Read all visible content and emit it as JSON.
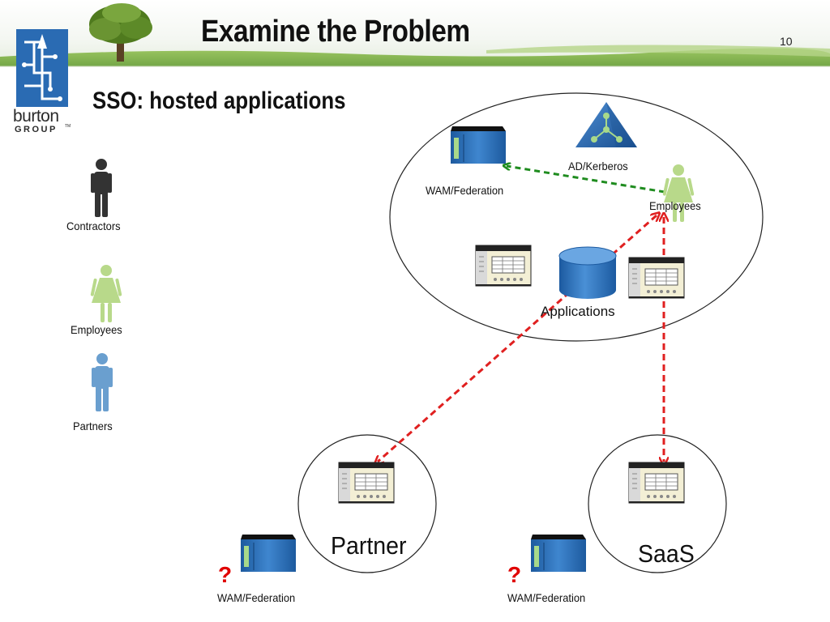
{
  "slide": {
    "title": "Examine the Problem",
    "page_number": "10",
    "subtitle": "SSO: hosted applications"
  },
  "logo": {
    "line1": "burton",
    "line2": "GROUP",
    "tm": "TM"
  },
  "legend": {
    "contractors": "Contractors",
    "employees": "Employees",
    "partners": "Partners"
  },
  "enterprise": {
    "wam_label": "WAM/Federation",
    "ad_label": "AD/Kerberos",
    "employees_label": "Employees",
    "applications_label": "Applications"
  },
  "partner": {
    "label": "Partner",
    "wam_label": "WAM/Federation",
    "unknown_mark": "?"
  },
  "saas": {
    "label": "SaaS",
    "wam_label": "WAM/Federation",
    "unknown_mark": "?"
  },
  "colors": {
    "green_link": "#1f8c1f",
    "red_link": "#e02020",
    "question": "#e00000",
    "server_blue": "#2a6bb3",
    "employee_green": "#b8d98a",
    "partner_blue": "#6a9fcf",
    "contractor_dark": "#333333"
  },
  "icons": {
    "server": "server-rack-icon",
    "app": "application-window-icon",
    "database": "database-cylinder-icon",
    "directory": "directory-pyramid-icon",
    "person": "person-icon"
  }
}
